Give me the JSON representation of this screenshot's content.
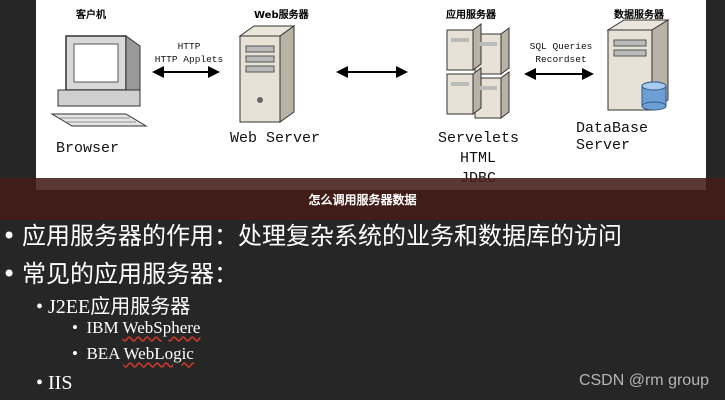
{
  "diagram": {
    "client_label": "客户机",
    "web_server_label": "Web服务器",
    "app_server_label": "应用服务器",
    "db_server_label": "数据服务器",
    "http_caption": "HTTP",
    "http_applets_caption": "HTTP Applets",
    "sql_queries_caption": "SQL Queries",
    "recordset_caption": "Recordset",
    "browser_caption": "Browser",
    "web_server_caption": "Web Server",
    "servelets_caption": "Servelets",
    "html_caption": "HTML",
    "jdbc_caption": "JDBC",
    "db_server_caption": "DataBase Server"
  },
  "banner": {
    "title": "怎么调用服务器数据"
  },
  "bullets": {
    "item1": "应用服务器的作用：处理复杂系统的业务和数据库的访问",
    "item2": "常见的应用服务器：",
    "j2ee": "J2EE应用服务器",
    "ibm_prefix": "IBM ",
    "ibm_product": "WebSphere",
    "bea_prefix": "BEA ",
    "bea_product": "WebLogic",
    "iis": "IIS"
  },
  "watermark": "CSDN @rm group"
}
